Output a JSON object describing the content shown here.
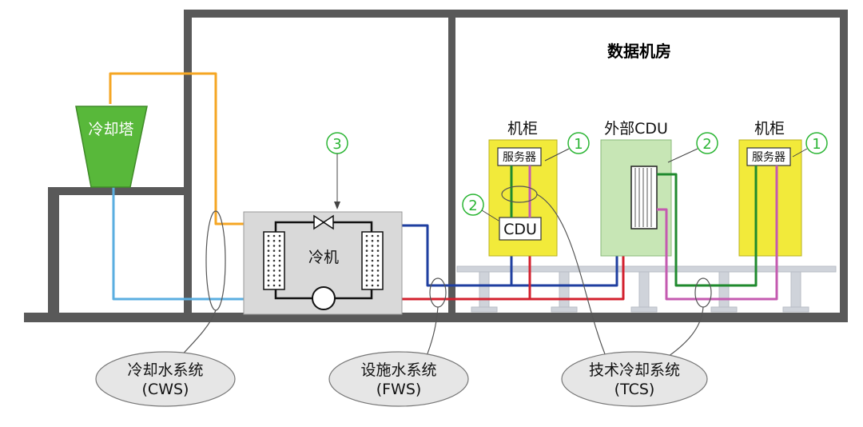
{
  "room": {
    "title": "数据机房"
  },
  "cooling_tower": {
    "label": "冷却塔"
  },
  "chiller": {
    "label": "冷机",
    "badge": "3"
  },
  "rack_left": {
    "label": "机柜",
    "server": "服务器",
    "server_badge": "1",
    "cdu": "CDU",
    "cdu_badge": "2"
  },
  "external_cdu": {
    "label": "外部CDU",
    "badge": "2"
  },
  "rack_right": {
    "label": "机柜",
    "server": "服务器",
    "server_badge": "1"
  },
  "systems": [
    {
      "name": "冷却水系统",
      "code": "(CWS)"
    },
    {
      "name": "设施水系统",
      "code": "(FWS)"
    },
    {
      "name": "技术冷却系统",
      "code": "(TCS)"
    }
  ],
  "colors": {
    "cws_supply": "#f5a623",
    "cws_return": "#5aaee0",
    "fws_supply": "#1f3fa0",
    "fws_return": "#d3202e",
    "tcs_supply": "#1f8a2e",
    "tcs_return": "#c45ab0",
    "rack_fill": "#f2ea3a",
    "cdu_fill": "#c7e6b5",
    "tower_fill": "#58b83a",
    "chiller_fill": "#d9d9d9",
    "badge": "#2bb534",
    "wall": "#595959"
  }
}
